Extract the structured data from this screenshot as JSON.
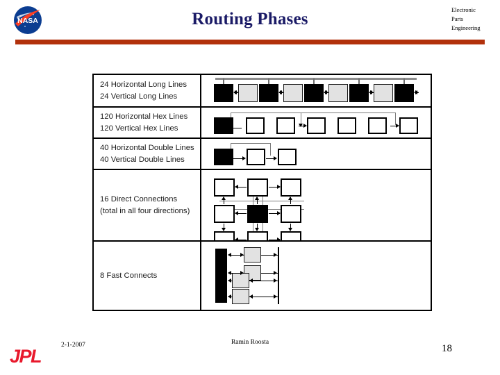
{
  "header": {
    "title": "Routing Phases",
    "title_color": "#1a1a66",
    "org_lines": [
      "Electronic",
      "Parts",
      "Engineering"
    ],
    "nasa_logo_text": "NASA",
    "divider_color": "#b2310c"
  },
  "table": {
    "rows": [
      {
        "label_lines": [
          "24 Horizontal Long Lines",
          "24 Vertical Long Lines"
        ],
        "diagram": "long-lines"
      },
      {
        "label_lines": [
          "120 Horizontal Hex Lines",
          "120 Vertical Hex Lines"
        ],
        "diagram": "hex-lines"
      },
      {
        "label_lines": [
          "40 Horizontal Double Lines",
          "40 Vertical Double Lines"
        ],
        "diagram": "double-lines"
      },
      {
        "label_lines": [
          "16 Direct Connections",
          "(total in all four directions)"
        ],
        "diagram": "direct-connections"
      },
      {
        "label_lines": [
          "8 Fast Connects"
        ],
        "diagram": "fast-connects"
      }
    ]
  },
  "footer": {
    "jpl_logo_text": "JPL",
    "jpl_color": "#e8192c",
    "date": "2-1-2007",
    "author": "Ramin Roosta",
    "page_number": "18"
  }
}
